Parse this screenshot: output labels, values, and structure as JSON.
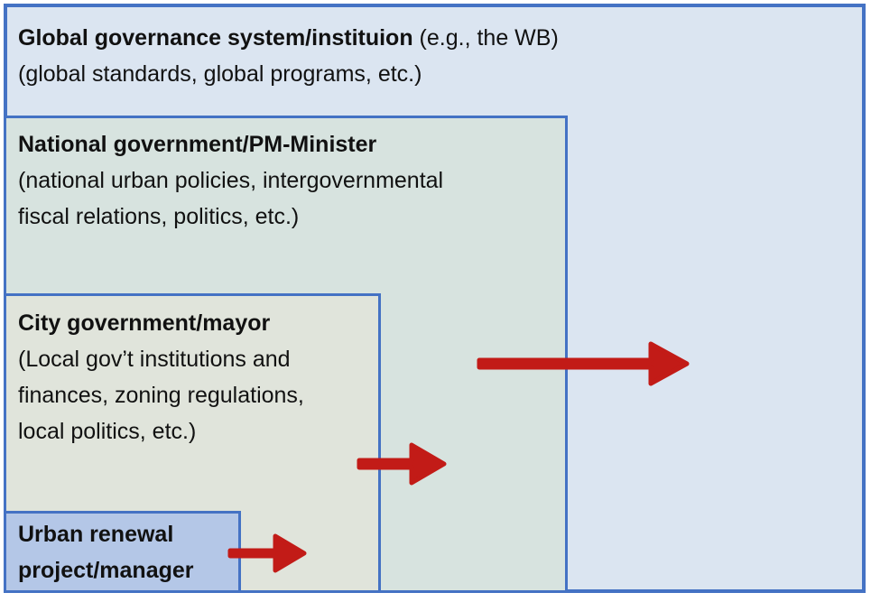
{
  "diagram": {
    "colors": {
      "border": "#4472c4",
      "arrow": "#c21b17",
      "text": "#111111",
      "page_bg": "#ffffff"
    },
    "levels": [
      {
        "id": "global",
        "title": "Global governance system/instituion",
        "title_suffix": " (e.g., the WB)",
        "subtitle": "(global standards, global programs, etc.)",
        "fill": "#dbe5f1"
      },
      {
        "id": "national",
        "title": "National government/PM-Minister",
        "subtitle_lines": [
          "(national urban policies, intergovernmental",
          "fiscal relations, politics, etc.)"
        ],
        "fill": "#d7e3df"
      },
      {
        "id": "city",
        "title": "City government/mayor",
        "subtitle_lines": [
          "(Local gov’t institutions and",
          "finances, zoning regulations,",
          "local politics, etc.)"
        ],
        "fill": "#e0e4db"
      },
      {
        "id": "project",
        "title_lines": [
          "Urban renewal",
          "project/manager"
        ],
        "fill": "#b4c7e7"
      }
    ],
    "arrows": [
      {
        "id": "project-level-arrow",
        "icon": "arrow-right-icon",
        "direction": "right"
      },
      {
        "id": "city-level-arrow",
        "icon": "arrow-right-icon",
        "direction": "right"
      },
      {
        "id": "national-level-arrow",
        "icon": "arrow-right-icon",
        "direction": "right"
      }
    ]
  }
}
